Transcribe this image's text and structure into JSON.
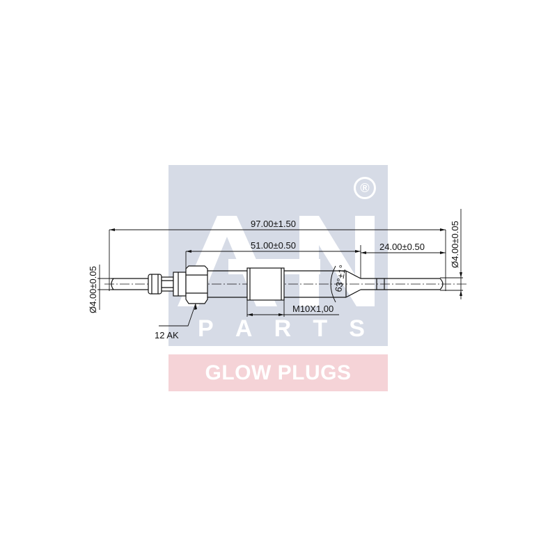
{
  "logo": {
    "letters": "A-N",
    "registered_mark": "®",
    "parts_letters": [
      "P",
      "A",
      "R",
      "T",
      "S"
    ],
    "banner_text": "GLOW PLUGS",
    "colors": {
      "panel": "#d6dbe6",
      "banner": "#f5d3d7",
      "text": "#ffffff"
    }
  },
  "drawing": {
    "overall_length": "97.00±1.50",
    "body_length": "51.00±0.50",
    "tip_length": "24.00±0.50",
    "connector_diameter": "Ø4.00±0.05",
    "tip_diameter": "Ø4.00±0.05",
    "thread": "M10X1,00",
    "cone_angle": "63°±1°",
    "hex_size": "12 AK",
    "line_color": "#111111"
  }
}
